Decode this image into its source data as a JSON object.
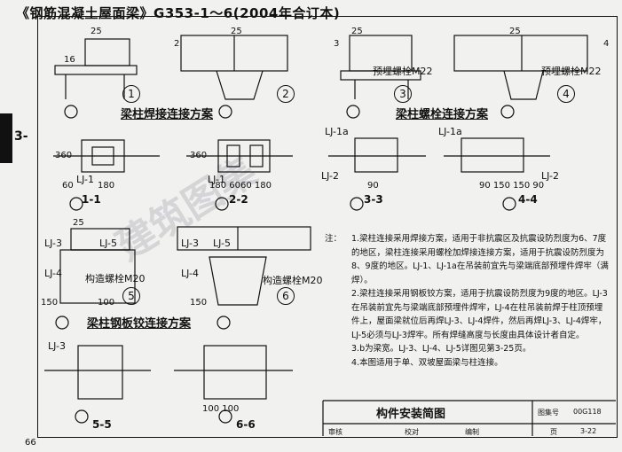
{
  "header": {
    "title": "《钢筋混凝土屋面梁》G353-1～6(2004年合订本)"
  },
  "side_tab": "3-",
  "page_number": "66",
  "labels": {
    "bolt_m22_a": "预埋螺栓M22",
    "bolt_m22_b": "预埋螺栓M22",
    "bolt_m20_a": "构造螺栓M20",
    "bolt_m20_b": "构造螺栓M20",
    "sec_weld": "梁柱焊接连接方案",
    "sec_bolt": "梁柱螺栓连接方案",
    "sec_plate": "梁柱钢板铰连接方案",
    "s11": "1-1",
    "s22": "2-2",
    "s33": "3-3",
    "s44": "4-4",
    "s55": "5-5",
    "s66": "6-6",
    "c1": "1",
    "c2": "2",
    "c3": "3",
    "c4": "4",
    "c5": "5",
    "c6": "6",
    "lj1a": "LJ-1",
    "lj1b": "LJ-1",
    "lj2a": "LJ-2",
    "lj2b": "LJ-2",
    "lj1a2": "LJ-1a",
    "lj1a3": "LJ-1a",
    "lj3a": "LJ-3",
    "lj3b": "LJ-3",
    "lj3c": "LJ-3",
    "lj4a": "LJ-4",
    "lj4b": "LJ-4",
    "lj5a": "LJ-5",
    "lj5b": "LJ-5",
    "d25a": "25",
    "d25b": "25",
    "d25c": "25",
    "d25d": "25",
    "d25e": "25",
    "d2": "2",
    "d3": "3",
    "d4": "4",
    "d16": "16",
    "d360a": "360",
    "d360b": "360",
    "d60": "60",
    "d180": "180",
    "d6060": "180 6060 180",
    "d90": "90",
    "d150": "90 150 150 90",
    "d100": "100",
    "d150b": "150",
    "d150c": "150",
    "d100b": "100  100"
  },
  "notes": {
    "head": "注：",
    "n1": "1.梁柱连接采用焊接方案，适用于非抗震区及抗震设防烈度为6、7度的地区，梁柱连接采用螺栓加焊接连接方案，适用于抗震设防烈度为8、9度的地区。LJ-1、LJ-1a在吊装前宜先与梁端底部预埋件焊牢（满焊）。",
    "n2": "2.梁柱连接采用钢板铰方案，适用于抗震设防烈度为9度的地区。LJ-3在吊装前宜先与梁端底部预埋件焊牢，LJ-4在柱吊装前焊于柱顶预埋件上，屋面梁就位后再焊LJ-3、LJ-4焊件，然后再焊LJ-3、LJ-4焊牢，LJ-5必须与LJ-3焊牢。所有焊缝高度与长度由具体设计者自定。",
    "n3": "3.b为梁宽。LJ-3、LJ-4、LJ-5详图见第3-25页。",
    "n4": "4.本图适用于单、双坡屋面梁与柱连接。"
  },
  "title_block": {
    "title": "构件安装简图",
    "atlas_label": "图集号",
    "atlas_no": "00G118",
    "review": "审核",
    "check": "校对",
    "draw": "编制",
    "page_label": "页",
    "page_no": "3-22"
  },
  "watermark": "建筑图集"
}
